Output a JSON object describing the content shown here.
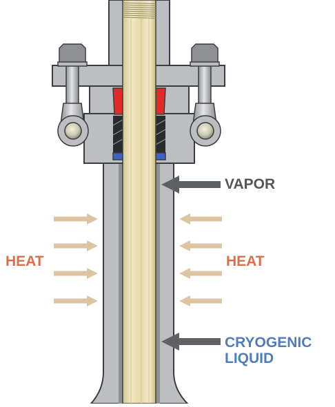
{
  "labels": {
    "vapor": "VAPOR",
    "heat_left": "HEAT",
    "heat_right": "HEAT",
    "cryogenic_line1": "CRYOGENIC",
    "cryogenic_line2": "LIQUID"
  },
  "colors": {
    "heat_text": "#dd6e4c",
    "vapor_text": "#55565a",
    "cryogenic_text": "#4f7cba",
    "heat_arrow": "#dcc3a2",
    "pointer_arrow": "#5f6063",
    "housing_fill": "#bcbec1",
    "housing_dark": "#8e9094",
    "stem_fill": "#e9ddb0",
    "outline": "#3b3c3f",
    "seal_red": "#e02b28",
    "seal_blue": "#3d63c8",
    "packing_black": "#2a2b2d",
    "background": "#ffffff"
  },
  "icons": {
    "heat_arrow": "arrow-right-icon",
    "pointer_arrow": "arrow-left-icon",
    "nut": "hex-nut-icon",
    "eye_bolt": "eye-bolt-icon"
  }
}
